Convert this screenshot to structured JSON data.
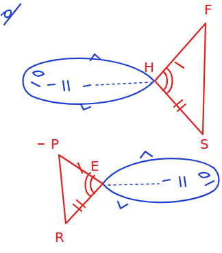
{
  "diagram": {
    "labels": [
      "F",
      "H",
      "S",
      "P",
      "E",
      "R"
    ]
  }
}
